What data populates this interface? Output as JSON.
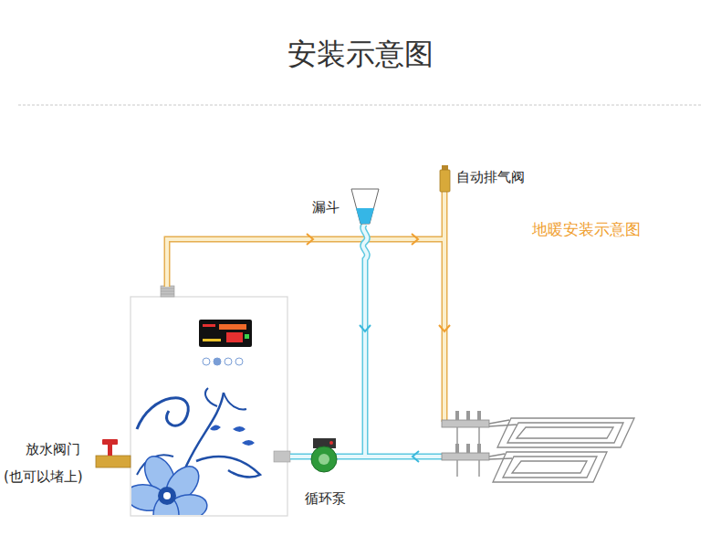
{
  "diagram": {
    "title": "安装示意图",
    "labels": [
      "自动排气阀",
      "漏斗",
      "地暖安装示意图",
      "放水阀门",
      "(也可以堵上)",
      "循环泵"
    ]
  }
}
